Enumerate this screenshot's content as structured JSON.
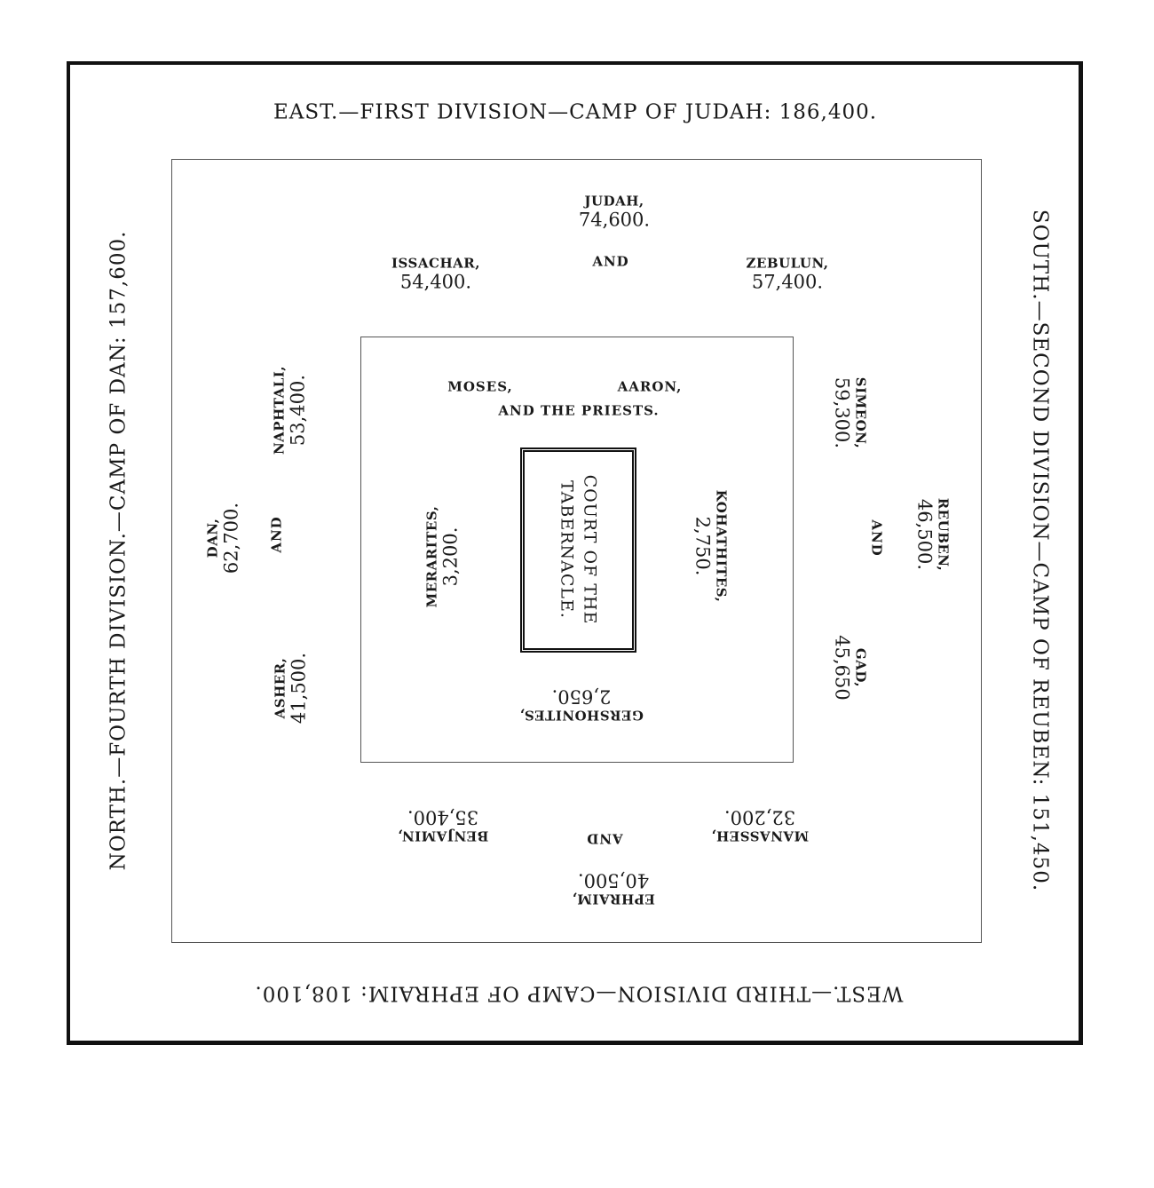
{
  "headings": {
    "east": "EAST.—FIRST DIVISION—CAMP OF JUDAH: 186,400.",
    "south": "SOUTH.—SECOND DIVISION—CAMP OF REUBEN: 151,450.",
    "west": "WEST.—THIRD DIVISION—CAMP OF EPHRAIM: 108,100.",
    "north": "NORTH.—FOURTH DIVISION.—CAMP OF DAN: 157,600."
  },
  "east_camp": {
    "judah": {
      "name": "JUDAH,",
      "count": "74,600."
    },
    "issachar": {
      "name": "ISSACHAR,",
      "count": "54,400."
    },
    "zebulun": {
      "name": "ZEBULUN,",
      "count": "57,400."
    },
    "and": "AND"
  },
  "south_camp": {
    "reuben": {
      "name": "REUBEN,",
      "count": "46,500."
    },
    "simeon": {
      "name": "SIMEON,",
      "count": "59,300."
    },
    "gad": {
      "name": "GAD,",
      "count": "45,650"
    },
    "and": "AND"
  },
  "west_camp": {
    "ephraim": {
      "name": "EPHRAIM,",
      "count": "40,500."
    },
    "manasseh": {
      "name": "MANASSEH,",
      "count": "32,200."
    },
    "benjamin": {
      "name": "BENJAMIN,",
      "count": "35,400."
    },
    "and": "AND"
  },
  "north_camp": {
    "dan": {
      "name": "DAN,",
      "count": "62,700."
    },
    "naphtali": {
      "name": "NAPHTALI,",
      "count": "53,400."
    },
    "asher": {
      "name": "ASHER,",
      "count": "41,500."
    },
    "and": "AND"
  },
  "levites": {
    "moses": "MOSES,",
    "aaron": "AARON,",
    "priests": "AND THE PRIESTS.",
    "kohathites": {
      "name": "KOHATHITES,",
      "count": "2,750."
    },
    "merarites": {
      "name": "MERARITES,",
      "count": "3,200."
    },
    "gershonites": {
      "name": "GERSHONITES,",
      "count": "2,650."
    }
  },
  "court": {
    "line1": "COURT OF THE",
    "line2": "TABERNACLE."
  }
}
